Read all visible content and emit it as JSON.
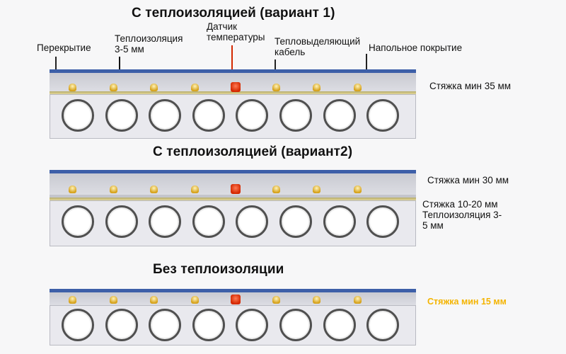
{
  "colors": {
    "title": "#f4b400",
    "floor_covering": "#3d5fa8",
    "screed": "#d4d5db",
    "insulation": "#d9cc86",
    "heating_cable": "#d6a21c",
    "temperature_sensor": "#d42800",
    "slab": "#e9e9ee"
  },
  "variant1": {
    "title": "С теплоизоляцией (вариант 1)",
    "labels": {
      "slab": "Перекрытие",
      "insulation": "Теплоизоляция\n3-5 мм",
      "sensor": "Датчик\nтемпературы",
      "cable": "Тепловыделяющий\nкабель",
      "covering": "Напольное покрытие",
      "screed": "Стяжка мин 35 мм"
    }
  },
  "variant2": {
    "title": "С теплоизоляцией (вариант2)",
    "labels": {
      "screed_top": "Стяжка мин 30 мм",
      "screed_bottom_and_insulation": "Стяжка 10-20 мм\nТеплоизоляция 3-\n5 мм"
    }
  },
  "variant3": {
    "title": "Без теплоизоляции",
    "labels": {
      "screed": "Стяжка мин 15 мм"
    }
  },
  "slab_hole_count": 8
}
